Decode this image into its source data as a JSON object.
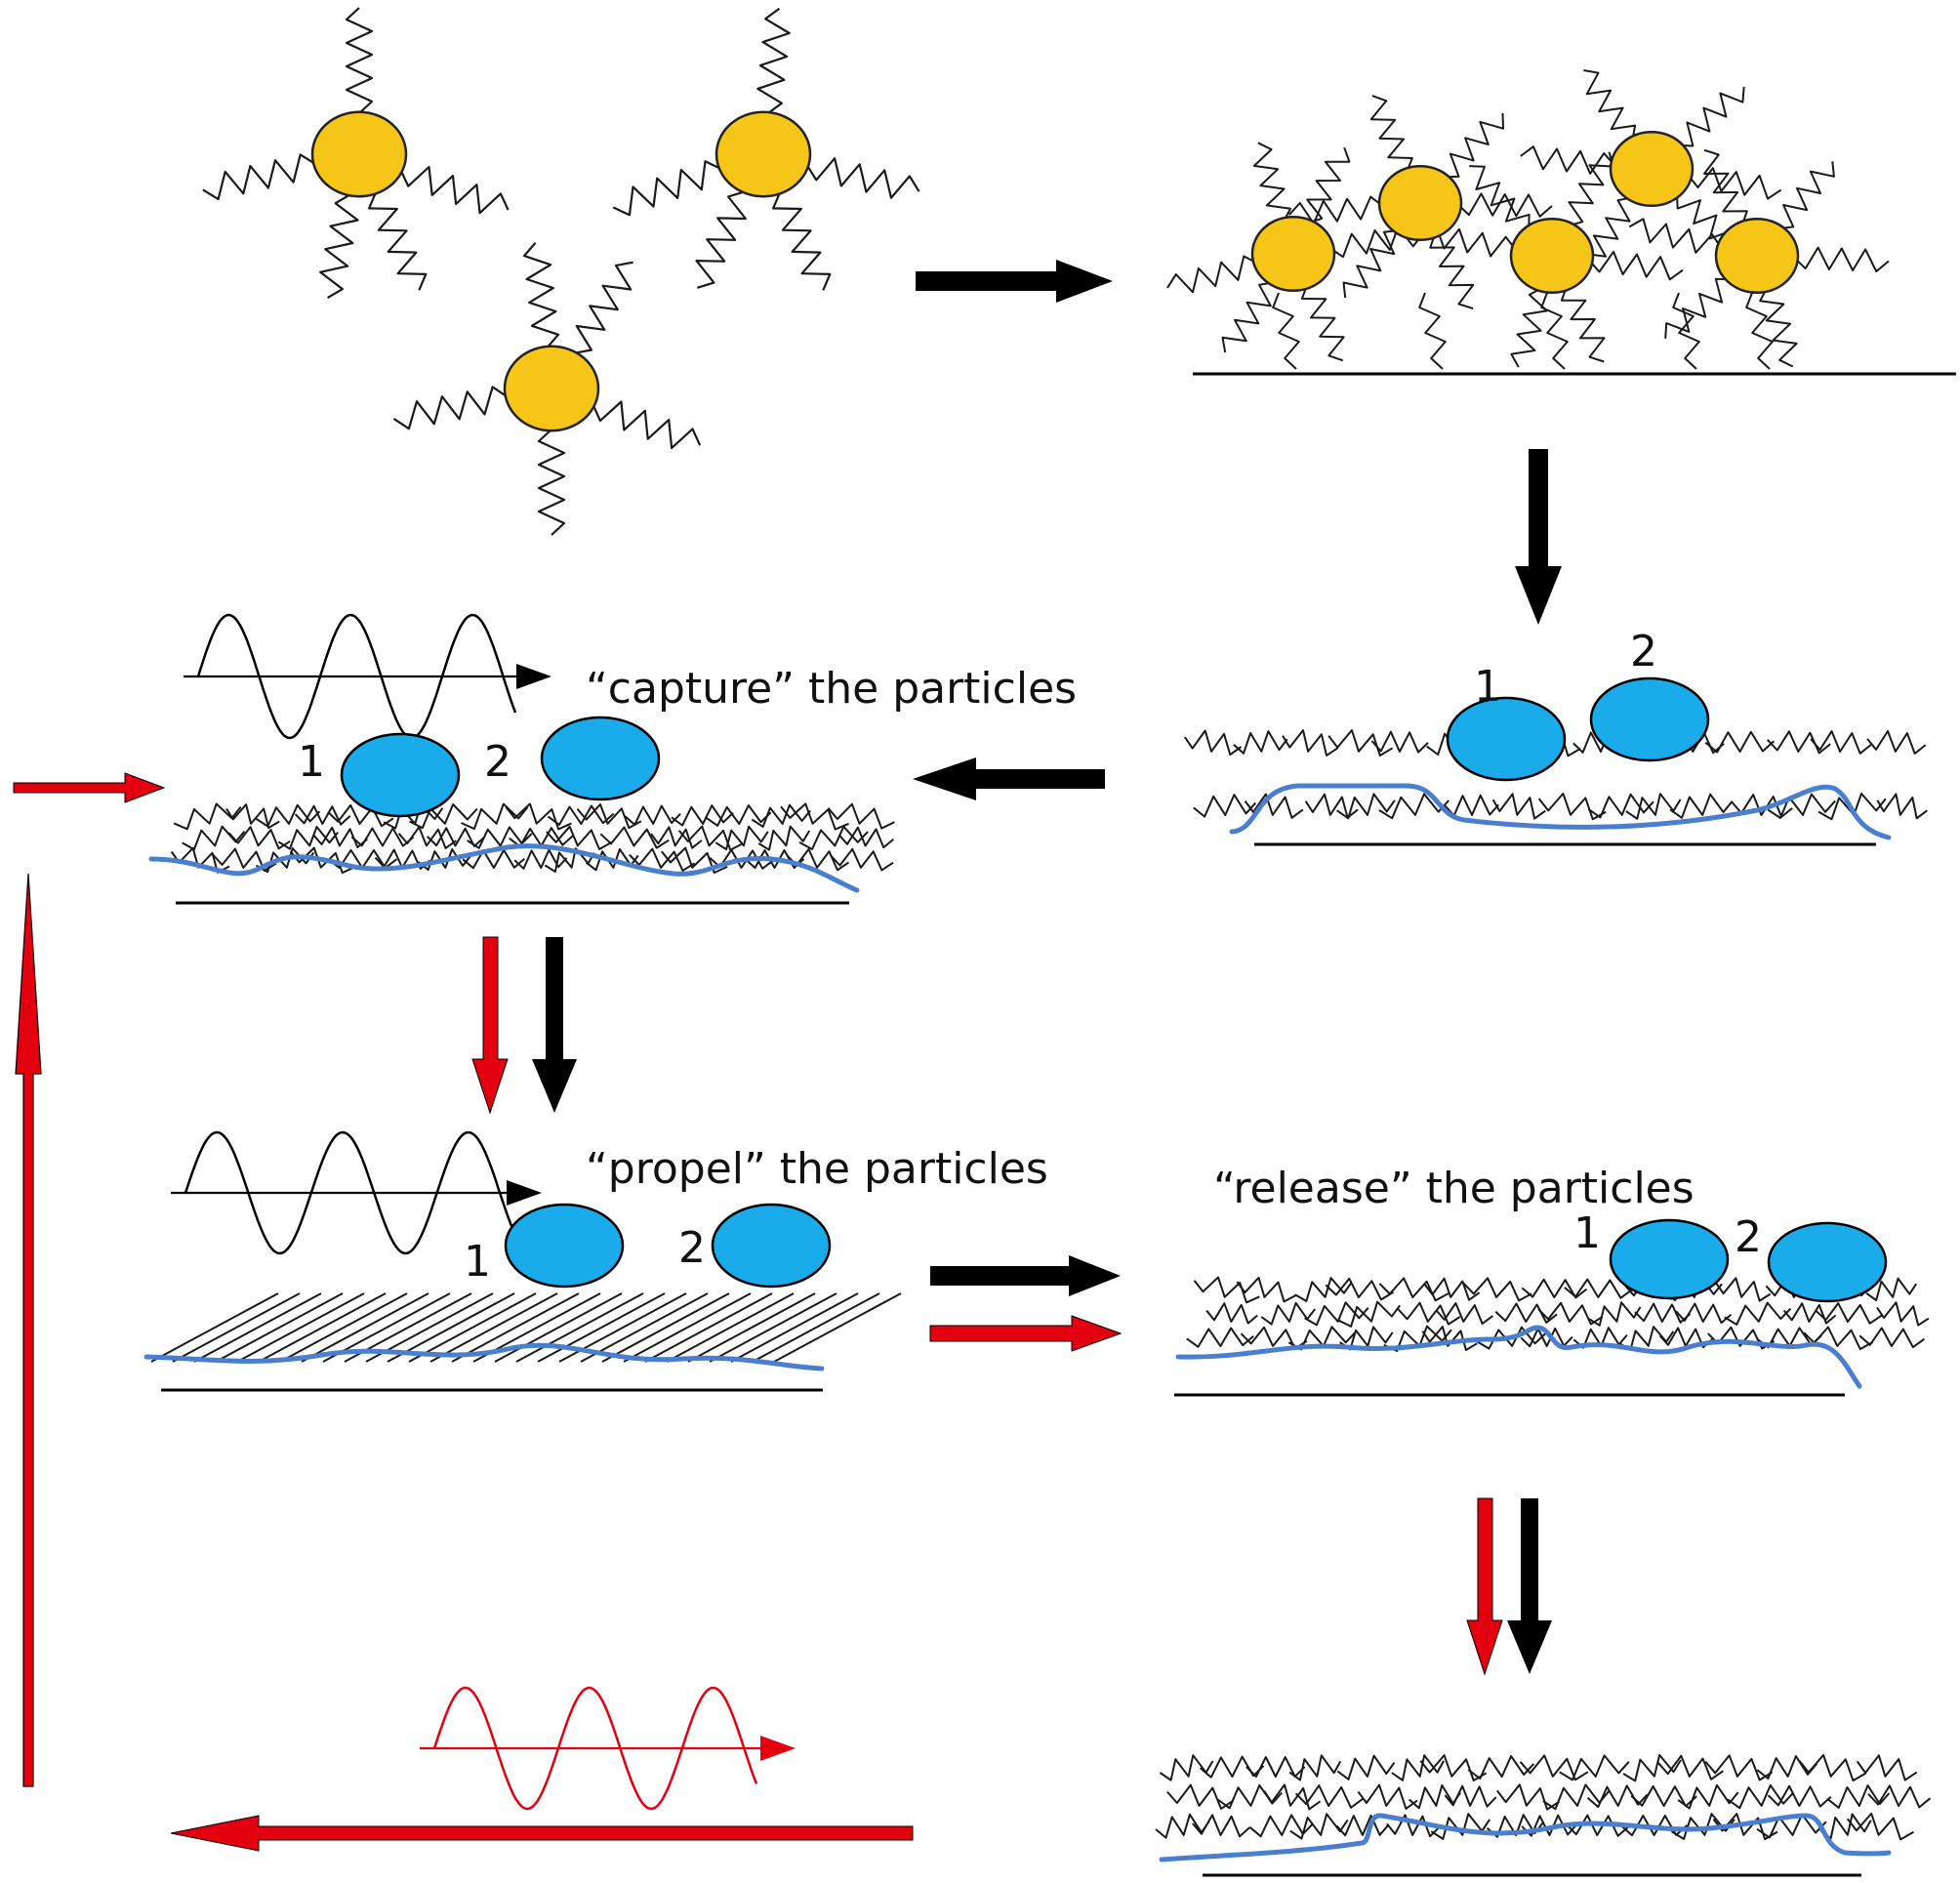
{
  "colors": {
    "nanoparticle": "#F5C518",
    "particle": "#1AABEB",
    "substrate_line": "#4A7FD0",
    "arrow_black": "#000000",
    "arrow_red": "#E3000F",
    "chain": "#1a1a1a"
  },
  "labels": {
    "capture": "“capture” the particles",
    "propel": "“propel” the particles",
    "release": "“release” the particles"
  },
  "particle_numbers": {
    "one": "1",
    "two": "2"
  },
  "icons": {
    "light_wave": "sine-wave-with-arrow",
    "forward_step": "black-arrow",
    "reverse_step": "red-arrow"
  }
}
